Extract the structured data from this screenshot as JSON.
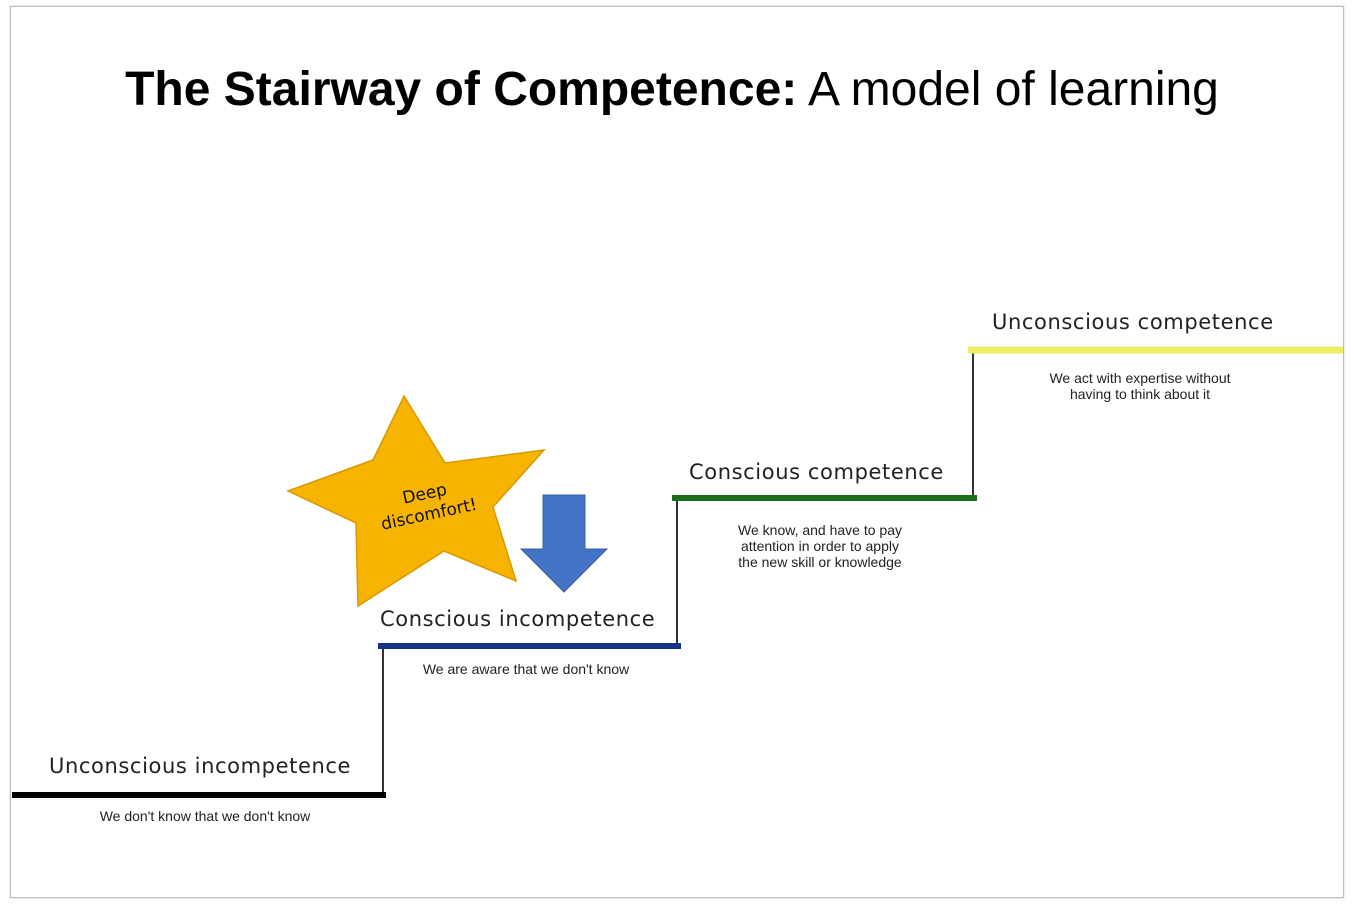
{
  "title": {
    "bold": "The Stairway of Competence:",
    "normal": "A model of learning"
  },
  "stages": [
    {
      "label": "Unconscious  incompetence",
      "description": "We don't know that we don't know",
      "color": "#000000"
    },
    {
      "label": "Conscious  incompetence",
      "description": "We are aware that we don't know",
      "color": "#14338a"
    },
    {
      "label": "Conscious  competence",
      "description": "We know, and have to pay\nattention in order to apply\nthe new skill or knowledge",
      "color": "#1e6e1e"
    },
    {
      "label": "Unconscious  competence",
      "description": "We act with expertise without\nhaving to think about it",
      "color": "#eeee66"
    }
  ],
  "callout": {
    "text": "Deep\ndiscomfort!",
    "star_color": "#f6b400",
    "arrow_color": "#4472c4",
    "arrow_icon": "down-arrow-icon",
    "star_icon": "star-icon"
  }
}
